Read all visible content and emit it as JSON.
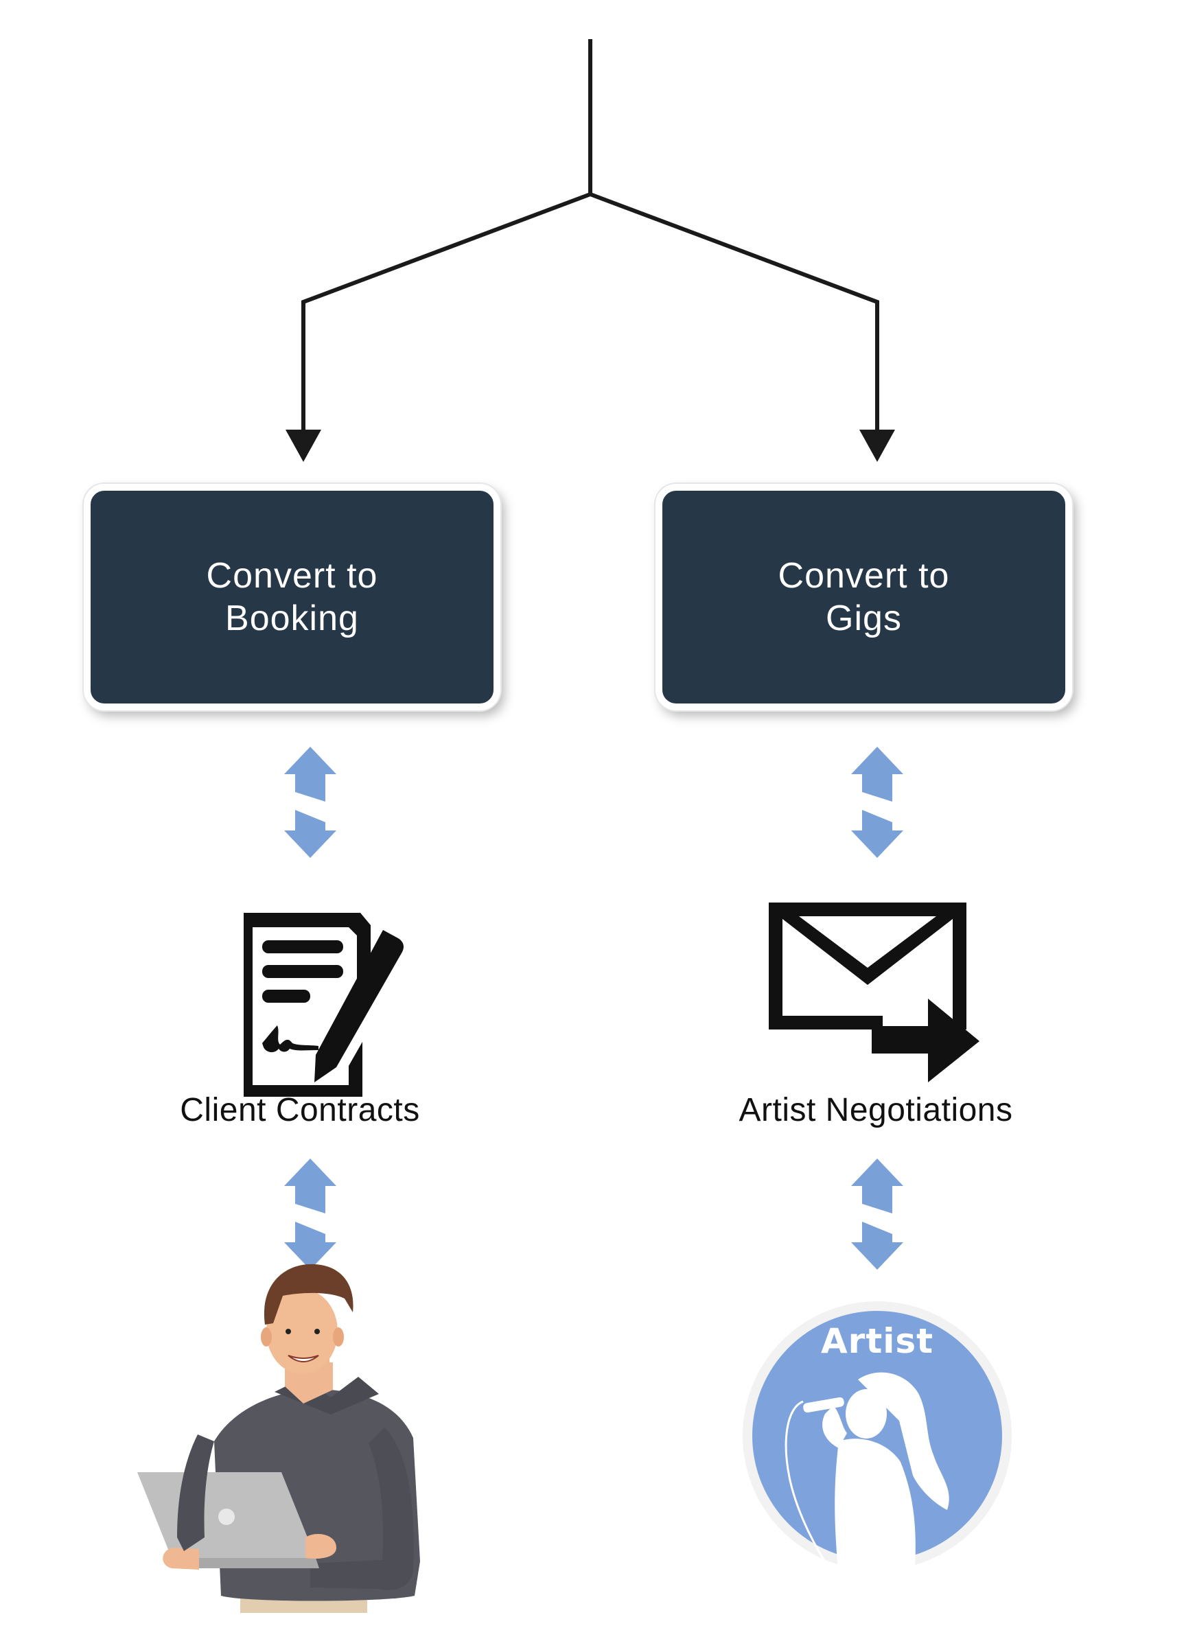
{
  "nodes": {
    "booking": {
      "label": "Convert to\nBooking"
    },
    "gigs": {
      "label": "Convert to\nGigs"
    },
    "contracts": {
      "label": "Client Contracts"
    },
    "negotiations": {
      "label": "Artist Negotiations"
    },
    "artist": {
      "label": "Artist"
    }
  },
  "colors": {
    "box_fill": "#263747",
    "connector": "#1a1a1a",
    "double_arrow": "#7aa0d8",
    "artist_circle": "#7ea3dc",
    "icon": "#111111"
  },
  "icons": {
    "contract": "contract-sign-icon",
    "mail": "mail-forward-icon",
    "client": "person-laptop-illustration",
    "artist": "singer-silhouette-icon"
  }
}
